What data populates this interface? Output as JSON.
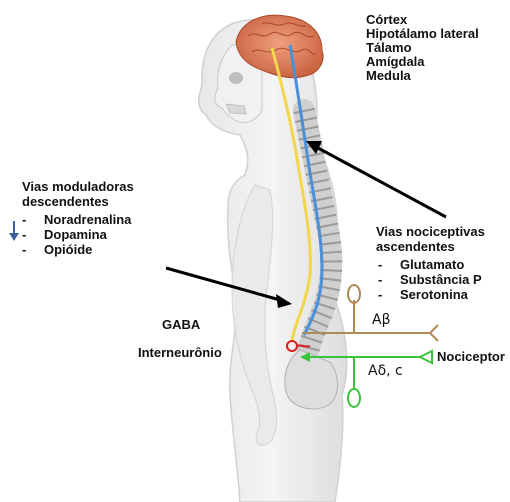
{
  "brain_regions": [
    "Córtex",
    "Hipotálamo lateral",
    "Tálamo",
    "Amígdala",
    "Medula"
  ],
  "descending": {
    "title_line1": "Vias moduladoras",
    "title_line2": "descendentes",
    "items": [
      "Noradrenalina",
      "Dopamina",
      "Opióide"
    ]
  },
  "ascending": {
    "title_line1": "Vias nociceptivas",
    "title_line2": "ascendentes",
    "items": [
      "Glutamato",
      "Substância P",
      "Serotonina"
    ]
  },
  "labels": {
    "gaba": "GABA",
    "interneuron": "Interneurônio",
    "a_beta": "Aβ",
    "a_delta_c": "Aδ, c",
    "nociceptor": "Nociceptor"
  },
  "colors": {
    "brain": "#d9785a",
    "descending_pathway": "#f2d64b",
    "ascending_pathway": "#4a90d9",
    "a_beta_fiber": "#b08a55",
    "a_delta_fiber": "#3cc23c",
    "interneuron": "#d92020",
    "arrow": "#000000",
    "down_arrow": "#3a5fa0"
  },
  "bullet_dash": "-"
}
